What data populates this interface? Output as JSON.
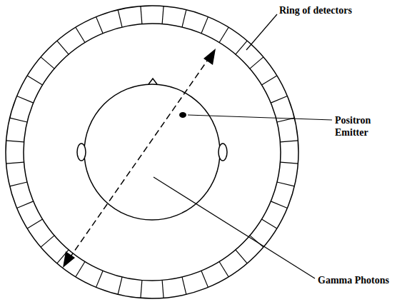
{
  "diagram": {
    "labels": [
      "Ring of detectors",
      "Positron Emitter",
      "Gamma Photons"
    ]
  }
}
